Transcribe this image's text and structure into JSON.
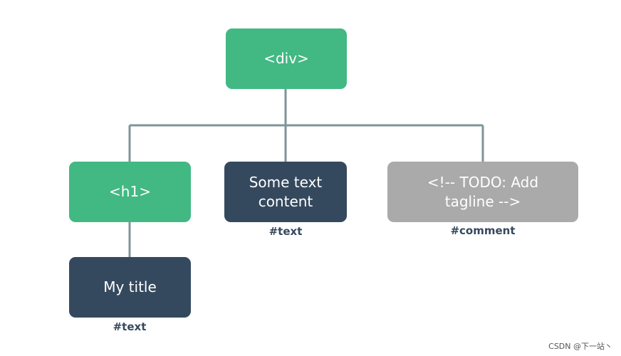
{
  "colors": {
    "element": "#42b883",
    "text": "#35495e",
    "comment": "#aaaaaa",
    "connector": "#7f949a"
  },
  "nodes": {
    "div": {
      "label": "<div>",
      "kind": "element"
    },
    "h1": {
      "label": "<h1>",
      "kind": "element"
    },
    "some_text": {
      "label": "Some text\ncontent",
      "kind": "text",
      "caption": "#text"
    },
    "comment": {
      "label": "<!-- TODO: Add\ntagline  -->",
      "kind": "comment",
      "caption": "#comment"
    },
    "my_title": {
      "label": "My title",
      "kind": "text",
      "caption": "#text"
    }
  },
  "watermark": "CSDN @下一站丶"
}
